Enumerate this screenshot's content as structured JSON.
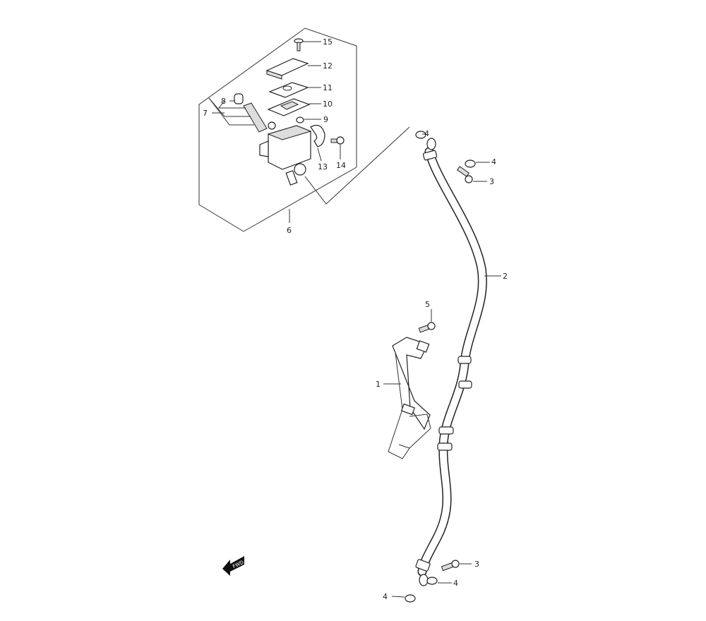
{
  "diagram": {
    "title_marker": "FWD",
    "colors": {
      "line": "#222222",
      "background": "#ffffff",
      "shade": "#dddddd"
    },
    "callouts": {
      "c15": "15",
      "c12": "12",
      "c11": "11",
      "c10": "10",
      "c9": "9",
      "c8": "8",
      "c7": "7",
      "c13": "13",
      "c14": "14",
      "c6": "6",
      "c4a": "4",
      "c4b": "4",
      "c3a": "3",
      "c2": "2",
      "c5": "5",
      "c1": "1",
      "c3b": "3",
      "c4c": "4",
      "c4d": "4"
    }
  }
}
